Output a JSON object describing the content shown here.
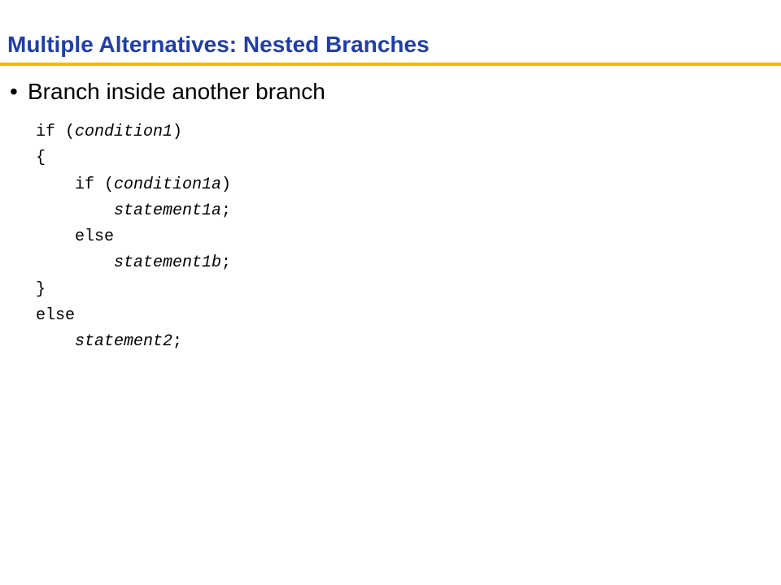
{
  "slide": {
    "title": "Multiple Alternatives: Nested Branches",
    "bullet_symbol": "•",
    "bullet_text": "Branch inside another branch"
  },
  "code": {
    "if_keyword": "if (",
    "close_paren": ")",
    "else_keyword": "else",
    "open_brace": "{",
    "close_brace": "}",
    "semicolon": ";",
    "condition1": "condition1",
    "condition1a": "condition1a",
    "statement1a": "statement1a",
    "statement1b": "statement1b",
    "statement2": "statement2"
  },
  "colors": {
    "title": "#1f3ea8",
    "title_rule": "#f5b800",
    "text": "#000000"
  }
}
